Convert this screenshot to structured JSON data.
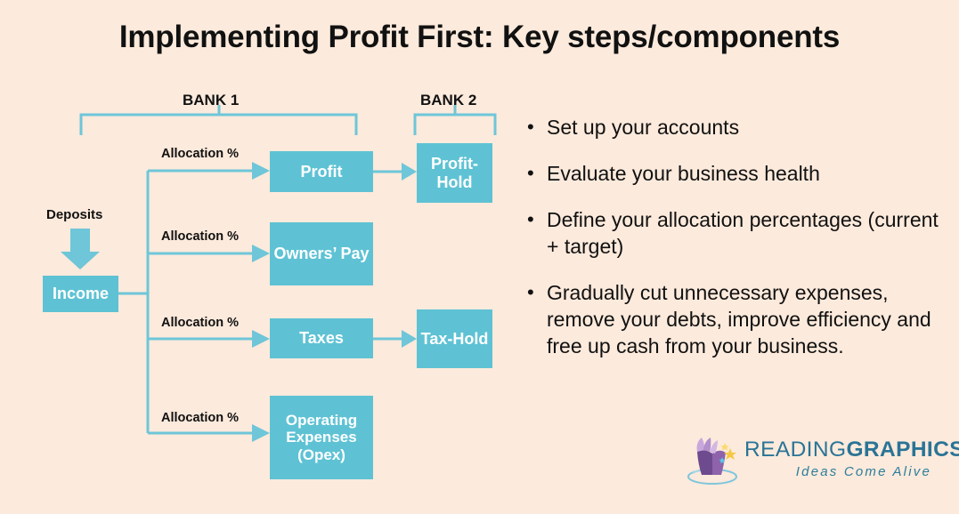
{
  "slide": {
    "title": "Implementing Profit First: Key steps/components",
    "background_color": "#FCEADC",
    "accent_color": "#5EC2D4",
    "text_color": "#111111"
  },
  "diagram": {
    "bank1_label": "BANK 1",
    "bank2_label": "BANK 2",
    "deposits_label": "Deposits",
    "allocation_labels": [
      "Allocation %",
      "Allocation %",
      "Allocation %",
      "Allocation %"
    ],
    "boxes": {
      "income": "Income",
      "profit": "Profit",
      "owners_pay": "Owners’ Pay",
      "taxes": "Taxes",
      "opex": "Operating Expenses (Opex)",
      "profit_hold": "Profit-Hold",
      "tax_hold": "Tax-Hold"
    }
  },
  "bullets": [
    {
      "marker": "•",
      "text": "Set up your accounts"
    },
    {
      "marker": "•",
      "text": "Evaluate your business  health"
    },
    {
      "marker": "•",
      "text": "Define your allocation percentages (current + target)"
    },
    {
      "marker": "•",
      "text": "Gradually cut unnecessary expenses, remove your debts, improve efficiency and free up cash from your business."
    }
  ],
  "logo": {
    "word_light": "READING",
    "word_bold": "GRAPHICS",
    "tagline": "Ideas Come Alive",
    "text_color": "#2A7496"
  }
}
